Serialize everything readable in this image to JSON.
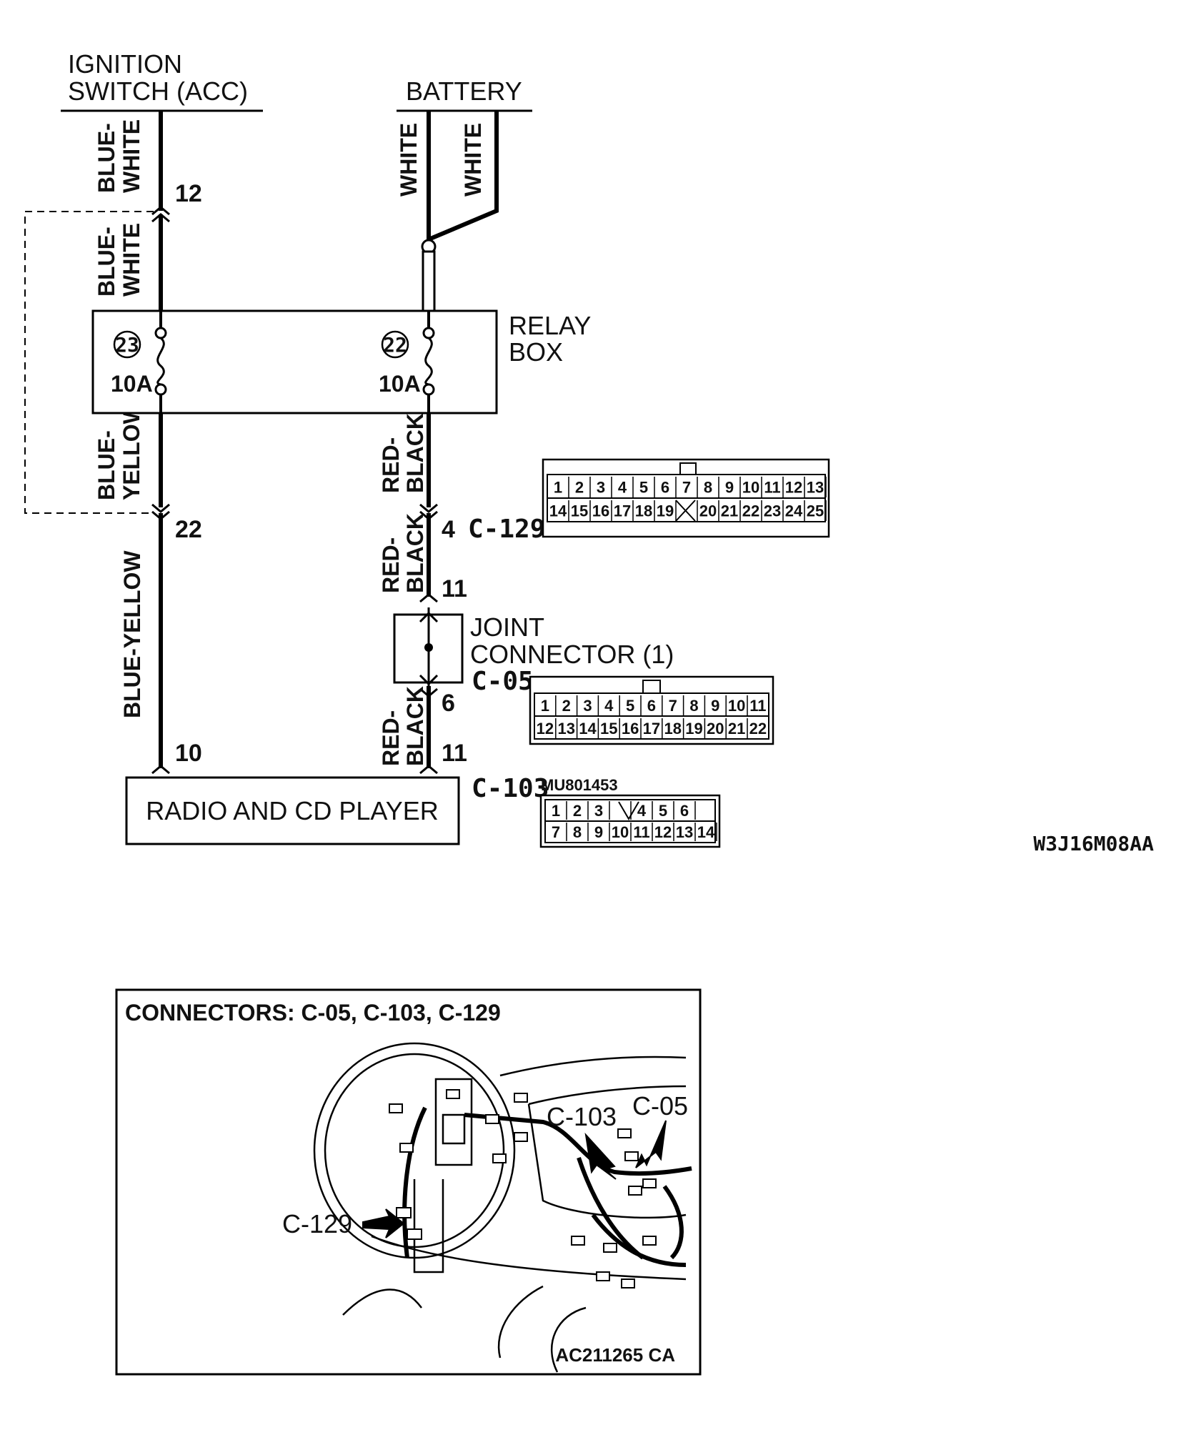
{
  "sources": {
    "ignition_line1": "IGNITION",
    "ignition_line2": "SWITCH (ACC)",
    "battery": "BATTERY"
  },
  "wires": {
    "blue_white": "BLUE-WHITE",
    "blue_white_a": "BLUE-",
    "blue_white_b": "WHITE",
    "white": "WHITE",
    "blue_yellow_a": "BLUE-",
    "blue_yellow_b": "YELLOW",
    "blue_yellow": "BLUE-YELLOW",
    "red_black_a": "RED-",
    "red_black_b": "BLACK"
  },
  "pins": {
    "p12": "12",
    "p22": "22",
    "p4": "4",
    "p11_top": "11",
    "p6": "6",
    "p10": "10",
    "p11_bottom": "11"
  },
  "relay_box": {
    "label_line1": "RELAY",
    "label_line2": "BOX",
    "fuse_left_no": "23",
    "fuse_left_rating": "10A",
    "fuse_right_no": "22",
    "fuse_right_rating": "10A"
  },
  "connectors": {
    "c129": "C-129",
    "c05": "C-05",
    "c103": "C-103",
    "c103_part": "MU801453",
    "joint_line1": "JOINT",
    "joint_line2": "CONNECTOR (1)"
  },
  "c129_pins": {
    "row1": [
      "1",
      "2",
      "3",
      "4",
      "5",
      "6",
      "7",
      "8",
      "9",
      "10",
      "11",
      "12",
      "13"
    ],
    "row2": [
      "14",
      "15",
      "16",
      "17",
      "18",
      "19",
      "",
      "20",
      "21",
      "22",
      "23",
      "24",
      "25"
    ]
  },
  "c05_pins": {
    "row1": [
      "1",
      "2",
      "3",
      "4",
      "5",
      "6",
      "7",
      "8",
      "9",
      "10",
      "11"
    ],
    "row2": [
      "12",
      "13",
      "14",
      "15",
      "16",
      "17",
      "18",
      "19",
      "20",
      "21",
      "22"
    ]
  },
  "c103_pins": {
    "row1": [
      "1",
      "2",
      "3",
      "",
      "4",
      "5",
      "6"
    ],
    "row2": [
      "7",
      "8",
      "9",
      "10",
      "11",
      "12",
      "13",
      "14"
    ]
  },
  "radio": "RADIO AND CD PLAYER",
  "diagram_code": "W3J16M08AA",
  "location": {
    "title": "CONNECTORS: C-05, C-103, C-129",
    "c103": "C-103",
    "c05": "C-05",
    "c129": "C-129",
    "image_code": "AC211265 CA"
  }
}
